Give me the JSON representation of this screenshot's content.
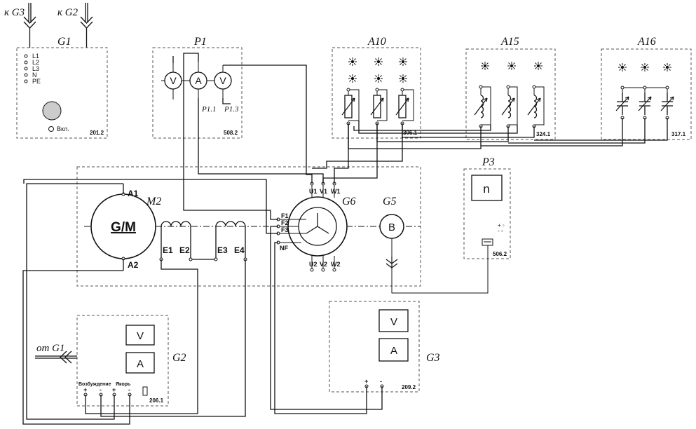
{
  "supply": {
    "to_g3": "к G3",
    "to_g2": "к G2",
    "from_g1": "от G1"
  },
  "g1": {
    "name": "G1",
    "terminals": [
      "L1",
      "L2",
      "L3",
      "N",
      "PE"
    ],
    "switch_label": "Вкл.",
    "code": "201.2"
  },
  "p1": {
    "name": "P1",
    "meters": [
      "V",
      "A",
      "V"
    ],
    "tap1": "P1.1",
    "tap3": "P1.3",
    "code": "508.2"
  },
  "a10": {
    "name": "A10",
    "code": "306.1"
  },
  "a15": {
    "name": "A15",
    "code": "324.1"
  },
  "a16": {
    "name": "A16",
    "code": "317.1"
  },
  "machine": {
    "m2_name": "M2",
    "m2_symbol": "G/M",
    "a1": "A1",
    "a2": "A2",
    "e1": "E1",
    "e2": "E2",
    "e3": "E3",
    "e4": "E4",
    "g6_name": "G6",
    "u1": "U1",
    "v1": "V1",
    "w1": "W1",
    "u2": "U2",
    "v2": "V2",
    "w2": "W2",
    "f1": "F1",
    "f2": "F2",
    "f3": "F3",
    "nf": "NF",
    "g5_name": "G5",
    "g5_symbol": "B"
  },
  "p3": {
    "name": "P3",
    "display": "n",
    "code": "506.2"
  },
  "g2": {
    "name": "G2",
    "meter_v": "V",
    "meter_a": "A",
    "excitation_label": "Возбуждение",
    "armature_label": "Якорь",
    "plus1": "+",
    "minus1": "-",
    "plus2": "+",
    "minus2": "-",
    "code": "206.1"
  },
  "g3": {
    "name": "G3",
    "meter_v": "V",
    "meter_a": "A",
    "plus": "+",
    "minus": "-",
    "code": "209.2"
  }
}
